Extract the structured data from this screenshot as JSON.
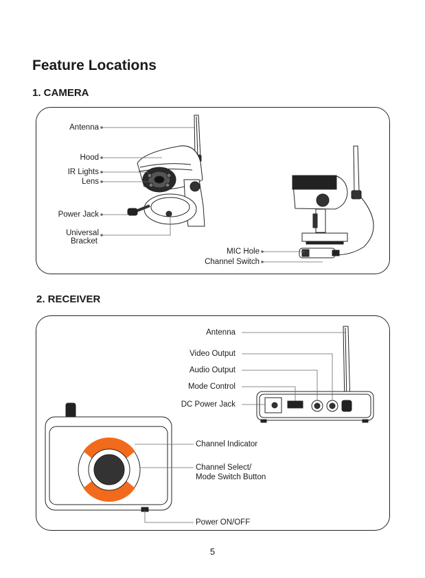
{
  "heading": "Feature Locations",
  "camera": {
    "title": "1. CAMERA",
    "labels": {
      "antenna": "Antenna",
      "hood": "Hood",
      "ir_lights": "IR Lights",
      "lens": "Lens",
      "power_jack": "Power Jack",
      "bracket_line1": "Universal",
      "bracket_line2": "Bracket",
      "mic_hole": "MIC Hole",
      "channel_switch": "Channel Switch"
    }
  },
  "receiver": {
    "title": "2. RECEIVER",
    "labels": {
      "antenna": "Antenna",
      "video_output": "Video Output",
      "audio_output": "Audio Output",
      "mode_control": "Mode Control",
      "dc_power_jack": "DC Power Jack",
      "channel_indicator": "Channel Indicator",
      "channel_select_line1": "Channel Select/",
      "channel_select_line2": "Mode Switch Button",
      "power_switch": "Power ON/OFF"
    }
  },
  "page_number": "5",
  "colors": {
    "accent": "#f26a1b",
    "line": "#222222"
  }
}
